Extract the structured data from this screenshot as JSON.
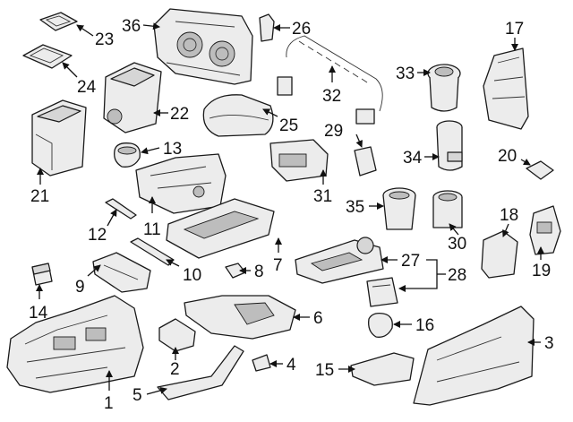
{
  "callouts": {
    "c1": "1",
    "c2": "2",
    "c3": "3",
    "c4": "4",
    "c5": "5",
    "c6": "6",
    "c7": "7",
    "c8": "8",
    "c9": "9",
    "c10": "10",
    "c11": "11",
    "c12": "12",
    "c13": "13",
    "c14": "14",
    "c15": "15",
    "c16": "16",
    "c17": "17",
    "c18": "18",
    "c19": "19",
    "c20": "20",
    "c21": "21",
    "c22": "22",
    "c23": "23",
    "c24": "24",
    "c25": "25",
    "c26": "26",
    "c27": "27",
    "c28": "28",
    "c29": "29",
    "c30": "30",
    "c31": "31",
    "c32": "32",
    "c33": "33",
    "c34": "34",
    "c35": "35",
    "c36": "36"
  },
  "colors": {
    "ink": "#111111",
    "part_fill": "#ececec",
    "part_shade": "#d6d6d6",
    "background": "#ffffff"
  }
}
